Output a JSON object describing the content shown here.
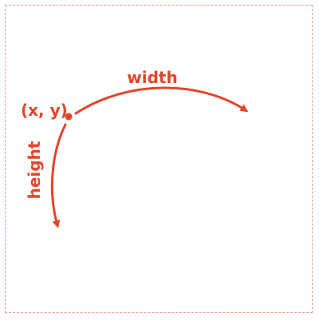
{
  "colors": {
    "accent": "#e3452b",
    "frame": "#e89a94"
  },
  "labels": {
    "origin": "(x, y)",
    "width": "width",
    "height": "height"
  }
}
